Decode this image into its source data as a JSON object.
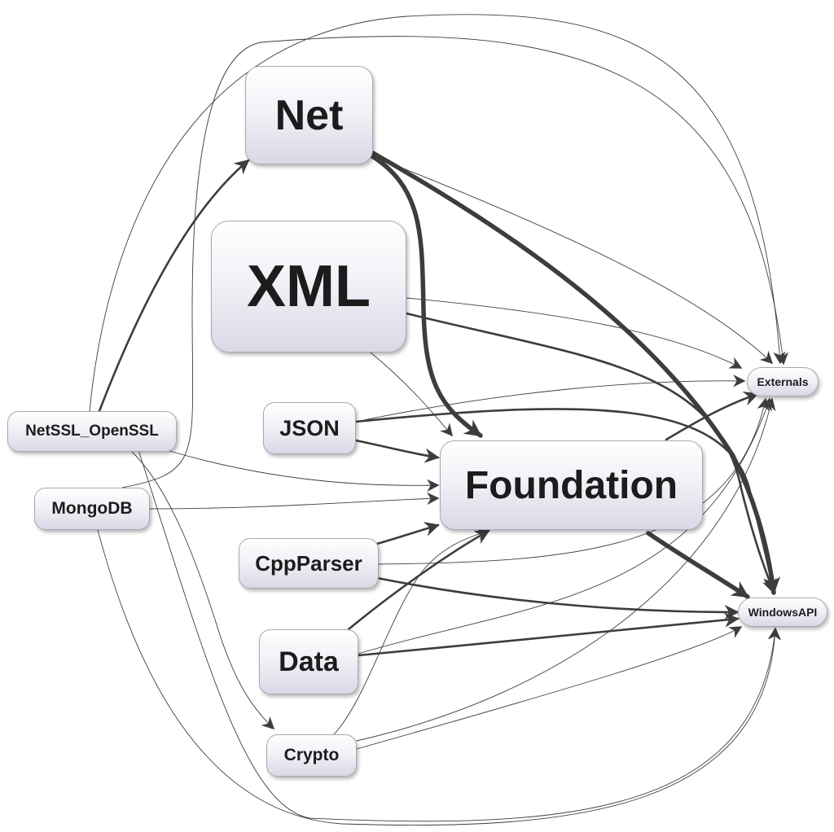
{
  "nodes": {
    "net": "Net",
    "xml": "XML",
    "json": "JSON",
    "foundation": "Foundation",
    "netssl": "NetSSL_OpenSSL",
    "mongodb": "MongoDB",
    "cppparser": "CppParser",
    "data": "Data",
    "crypto": "Crypto",
    "externals": "Externals",
    "windowsapi": "WindowsAPI"
  },
  "edges": [
    {
      "from": "Net",
      "to": "Foundation",
      "weight": "heavy"
    },
    {
      "from": "Net",
      "to": "WindowsAPI",
      "weight": "heavy"
    },
    {
      "from": "Net",
      "to": "Externals",
      "weight": "light"
    },
    {
      "from": "XML",
      "to": "Foundation",
      "weight": "light"
    },
    {
      "from": "XML",
      "to": "Externals",
      "weight": "light"
    },
    {
      "from": "XML",
      "to": "WindowsAPI",
      "weight": "medium"
    },
    {
      "from": "JSON",
      "to": "Foundation",
      "weight": "medium"
    },
    {
      "from": "JSON",
      "to": "Externals",
      "weight": "light"
    },
    {
      "from": "JSON",
      "to": "WindowsAPI",
      "weight": "medium"
    },
    {
      "from": "Foundation",
      "to": "Externals",
      "weight": "medium"
    },
    {
      "from": "Foundation",
      "to": "WindowsAPI",
      "weight": "heavy"
    },
    {
      "from": "NetSSL_OpenSSL",
      "to": "Net",
      "weight": "medium"
    },
    {
      "from": "NetSSL_OpenSSL",
      "to": "Foundation",
      "weight": "light"
    },
    {
      "from": "NetSSL_OpenSSL",
      "to": "Crypto",
      "weight": "light"
    },
    {
      "from": "NetSSL_OpenSSL",
      "to": "Externals",
      "weight": "light"
    },
    {
      "from": "NetSSL_OpenSSL",
      "to": "WindowsAPI",
      "weight": "light"
    },
    {
      "from": "MongoDB",
      "to": "Net",
      "weight": "light"
    },
    {
      "from": "MongoDB",
      "to": "Foundation",
      "weight": "light"
    },
    {
      "from": "MongoDB",
      "to": "WindowsAPI",
      "weight": "light"
    },
    {
      "from": "CppParser",
      "to": "Foundation",
      "weight": "medium"
    },
    {
      "from": "CppParser",
      "to": "Externals",
      "weight": "light"
    },
    {
      "from": "CppParser",
      "to": "WindowsAPI",
      "weight": "medium"
    },
    {
      "from": "Data",
      "to": "Foundation",
      "weight": "medium"
    },
    {
      "from": "Data",
      "to": "Externals",
      "weight": "light"
    },
    {
      "from": "Data",
      "to": "WindowsAPI",
      "weight": "medium"
    },
    {
      "from": "Crypto",
      "to": "Foundation",
      "weight": "light"
    },
    {
      "from": "Crypto",
      "to": "Externals",
      "weight": "light"
    },
    {
      "from": "Crypto",
      "to": "WindowsAPI",
      "weight": "light"
    }
  ],
  "colors": {
    "edge": "#3d3d3d",
    "node_border": "#a8a8b4",
    "node_top": "#ffffff",
    "node_bottom": "#d9d9e6",
    "text": "#1c1c1c"
  }
}
